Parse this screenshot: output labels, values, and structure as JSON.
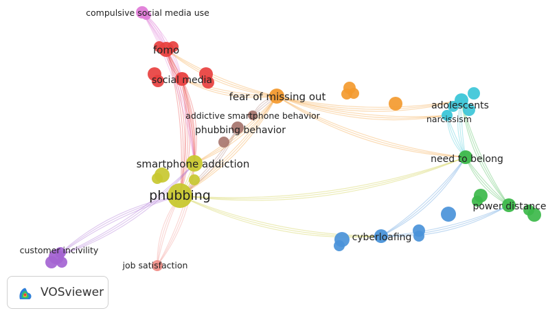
{
  "colors": {
    "red": "#e8403f",
    "orange": "#f39a2f",
    "yellow": "#c8c830",
    "brown": "#a87770",
    "cyan": "#3cc6d8",
    "green": "#3cb84a",
    "blue": "#4a93d9",
    "purple": "#a464d2",
    "pink": "#e07dd8",
    "salmon": "#f0908a"
  },
  "nodes": [
    {
      "id": "compulsive",
      "label": "compulsive social media use",
      "color": "pink"
    },
    {
      "id": "fomo",
      "label": "fomo",
      "color": "red"
    },
    {
      "id": "social_media",
      "label": "social media",
      "color": "red"
    },
    {
      "id": "fear_missing",
      "label": "fear of missing out",
      "color": "orange"
    },
    {
      "id": "addictive_sp",
      "label": "addictive smartphone behavior",
      "color": "brown"
    },
    {
      "id": "phubbing_beh",
      "label": "phubbing behavior",
      "color": "brown"
    },
    {
      "id": "smartphone_add",
      "label": "smartphone addiction",
      "color": "yellow"
    },
    {
      "id": "phubbing",
      "label": "phubbing",
      "color": "yellow"
    },
    {
      "id": "adolescents",
      "label": "adolescents",
      "color": "cyan"
    },
    {
      "id": "narcissism",
      "label": "narcissism",
      "color": "cyan"
    },
    {
      "id": "need_belong",
      "label": "need to belong",
      "color": "green"
    },
    {
      "id": "power_distance",
      "label": "power distance",
      "color": "green"
    },
    {
      "id": "cyberloafing",
      "label": "cyberloafing",
      "color": "blue"
    },
    {
      "id": "customer_incivility",
      "label": "customer incivility",
      "color": "purple"
    },
    {
      "id": "job_satisfaction",
      "label": "job satisfaction",
      "color": "salmon"
    }
  ],
  "branding": {
    "name": "VOSviewer",
    "icon": "vosviewer-logo-icon"
  }
}
